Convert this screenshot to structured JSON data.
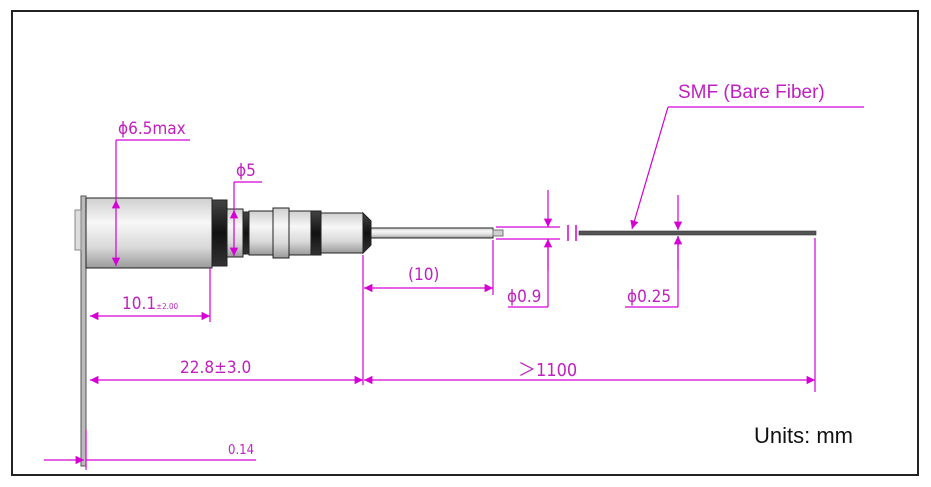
{
  "diagram": {
    "labels": {
      "housing_diameter": "ϕ6.5max",
      "flange_diameter": "ϕ5",
      "jacket_length": "(10)",
      "jacket_diameter": "ϕ0.9",
      "fiber_diameter": "ϕ0.25",
      "housing_length_main": "10.1",
      "housing_length_tol": "±2.00",
      "pigtail_start": "22.8±3.0",
      "fiber_length": "＞1100",
      "plate_thickness": "0.14",
      "fiber_callout": "SMF (Bare Fiber)",
      "units": "Units: mm"
    },
    "colors": {
      "dimension": "#d400d4",
      "outline": "#222222",
      "housing_fill": "#e8e8e8"
    }
  }
}
